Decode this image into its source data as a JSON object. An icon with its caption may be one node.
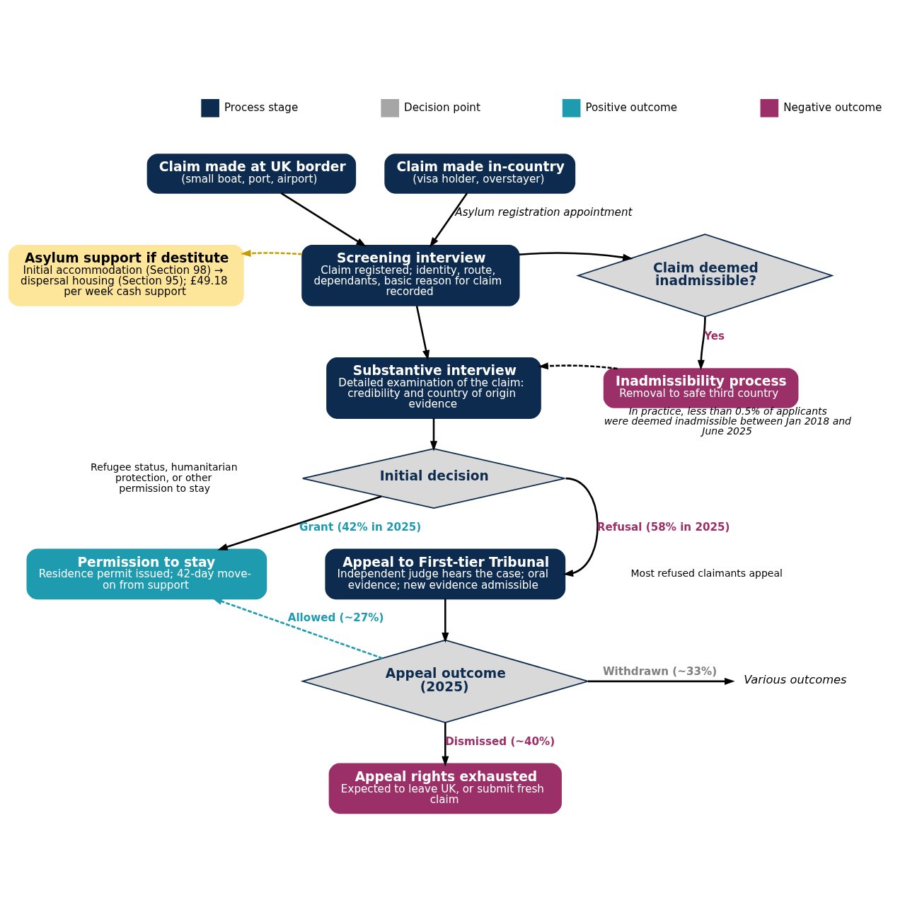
{
  "diagram": {
    "nodes": [
      {
        "text": [
          "Claim made at UK border",
          "(small boat, port, airport)"
        ]
      },
      {
        "text": [
          "Claim made in-country",
          "(visa holder, overstayer)"
        ]
      },
      {
        "text": [
          "Screening interview",
          "Claim registered; identity, route, dependants, basic reason for claim recorded"
        ]
      },
      {
        "text": [
          "Asylum support if destitute",
          "Initial accommodation (Section 98) → dispersal housing (Section 95); £49.18 per week cash support"
        ]
      },
      {
        "text": [
          "Claim deemed inadmissible?"
        ]
      },
      {
        "text": [
          "Inadmissibility process",
          "Removal to safe third country"
        ],
        "beside": [
          "In practice, less than 0.5% of applicants were deemed inadmissible between Jan 2018 and June 2025"
        ]
      },
      {
        "text": [
          "Substantive interview",
          "Detailed examination of the claim: credibility and country of origin evidence"
        ]
      },
      {
        "text": [
          "Initial decision"
        ]
      },
      {
        "text": [
          "Permission to stay",
          "Residence permit issued; 42-day move-on from support"
        ]
      },
      {
        "text": [
          "Appeal to First-tier Tribunal",
          "Independent judge hears the case; oral evidence; new evidence admissible"
        ]
      },
      {
        "text": [
          "Appeal outcome (2025)"
        ]
      },
      {
        "text": [
          "Various outcomes"
        ]
      },
      {
        "text": [
          "Appeal rights exhausted",
          "Expected to leave UK, or submit fresh claim"
        ]
      }
    ],
    "edges": [
      {
        "from": 0,
        "to": 2,
        "arrow": "to"
      },
      {
        "from": 1,
        "to": 2,
        "arrow": "to",
        "label": "Asylum registration appointment"
      },
      {
        "from": 2,
        "to": 3,
        "arrow": "to",
        "style": "dashed",
        "color": "#c89b00"
      },
      {
        "from": 2,
        "to": 4,
        "arrow": "to"
      },
      {
        "from": 4,
        "to": 5,
        "arrow": "to",
        "label": "Yes"
      },
      {
        "from": 5,
        "to": 6,
        "arrow": "to",
        "style": "dashed"
      },
      {
        "from": 2,
        "to": 6,
        "arrow": "to"
      },
      {
        "from": 6,
        "to": 7,
        "arrow": "to"
      },
      {
        "from": 7,
        "to": 8,
        "arrow": "to",
        "label": "Grant (42% in 2025)"
      },
      {
        "from": 7,
        "to": 9,
        "arrow": "to",
        "label": "Refusal (58% in 2025)"
      },
      {
        "from": 9,
        "to": 10,
        "arrow": "to"
      },
      {
        "from": 10,
        "to": 8,
        "arrow": "to",
        "style": "dashed",
        "color": "#1f9bb0",
        "label": "Allowed (~27%)"
      },
      {
        "from": 10,
        "to": 11,
        "arrow": "to",
        "label": "Withdrawn (~33%)"
      },
      {
        "from": 10,
        "to": 12,
        "arrow": "to",
        "label": "Dismissed (~40%)"
      }
    ],
    "labels": [
      "Refugee status, humanitarian protection, or other permission to stay",
      "Most refused claimants appeal"
    ],
    "legend": [
      {
        "text": "Process stage",
        "color": "#0d2b4e"
      },
      {
        "text": "Decision point",
        "color": "#a6a6a6"
      },
      {
        "text": "Positive outcome",
        "color": "#1f9bb0"
      },
      {
        "text": "Negative outcome",
        "color": "#9b2f67"
      }
    ]
  }
}
